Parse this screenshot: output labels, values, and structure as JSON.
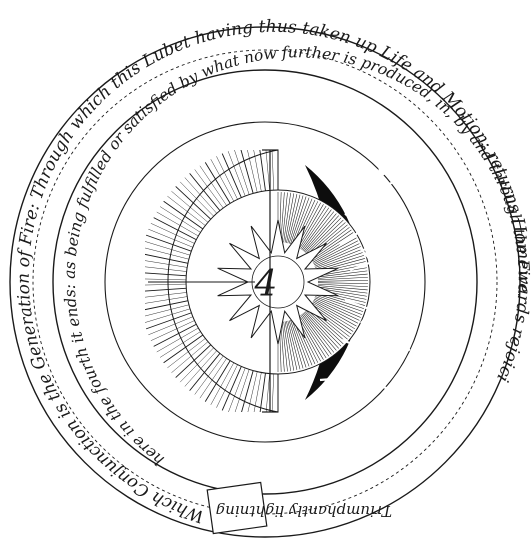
{
  "engraving": {
    "outer_ring_inscription": "Which Conjunction is the Generation of Fire: Through which this Lubet having thus taken up Life and Motion: returns Homewards rejoicing",
    "inner_ring_inscription": "here in the fourth it ends: as being fulfilled or satisfied by what now further is produced, in, by and through the Fire.",
    "bottom_band_inscription": "Triumphantly lightning",
    "center_glyph": "4"
  },
  "colors": {
    "ink": "#1a1a1a",
    "paper": "#ffffff",
    "dark_field": "#0d0d0d"
  }
}
